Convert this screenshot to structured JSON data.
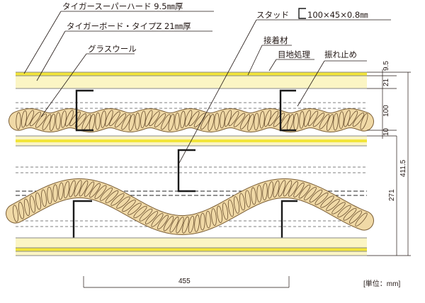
{
  "colors": {
    "board": "#fbf5c4",
    "yellow_layer": "#f2e53a",
    "glass_wool": "#f0d9a6",
    "glass_wool_line": "#6b5030",
    "stud": "#1a1a1a",
    "ink": "#231815"
  },
  "labels": {
    "super_hard": "タイガースーパーハード 9.5㎜厚",
    "board_z": "タイガーボード・タイプZ 21㎜厚",
    "glass_wool": "グラスウール",
    "stud": "スタッド",
    "stud_size": "100×45×0.8㎜",
    "adhesive": "接着材",
    "joint": "目地処理",
    "bracing": "振れ止め"
  },
  "dimensions": {
    "t_super_hard": "9.5",
    "t_board_z": "21",
    "cavity": "100",
    "gap": "10",
    "total": "411.5",
    "lower": "271",
    "stud_pitch": "455"
  },
  "unit": "[単位：mm]"
}
